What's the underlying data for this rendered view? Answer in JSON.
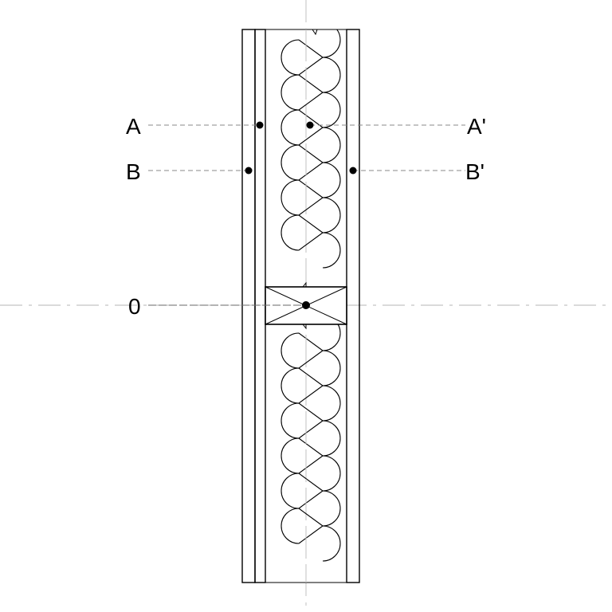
{
  "labels": {
    "a": "A",
    "a_prime": "A'",
    "b": "B",
    "b_prime": "B'",
    "origin": "0"
  },
  "colors": {
    "line": "#000000",
    "dashed": "#8a8a8a",
    "axis": "#b4b4b4",
    "background": "#ffffff"
  }
}
